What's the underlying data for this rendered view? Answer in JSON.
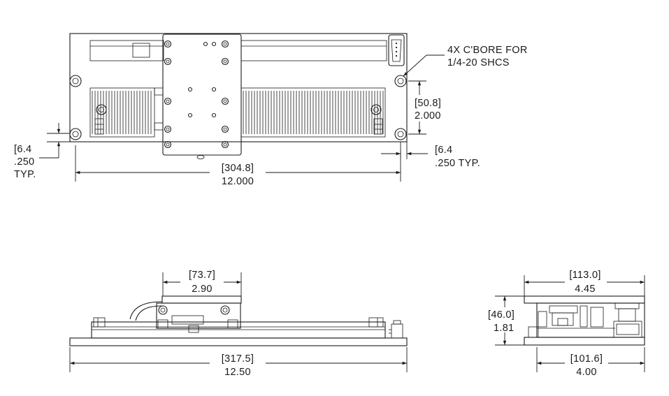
{
  "note": {
    "line1": "4X C'BORE FOR",
    "line2": "1/4-20 SHCS"
  },
  "top_view": {
    "left_offset": {
      "mm": "[6.4",
      "inch": ".250",
      "suffix": "TYP."
    },
    "right_offset": {
      "mm": "[6.4",
      "inch": ".250 TYP."
    },
    "hole_spacing": {
      "mm": "[304.8]",
      "inch": "12.000"
    },
    "row_spacing": {
      "mm": "[50.8]",
      "inch": "2.000"
    }
  },
  "side_view": {
    "carriage_width": {
      "mm": "[73.7]",
      "inch": "2.90"
    },
    "overall_length": {
      "mm": "[317.5]",
      "inch": "12.50"
    }
  },
  "end_view": {
    "overall_width": {
      "mm": "[113.0]",
      "inch": "4.45"
    },
    "base_width": {
      "mm": "[101.6]",
      "inch": "4.00"
    },
    "height": {
      "mm": "[46.0]",
      "inch": "1.81"
    }
  }
}
